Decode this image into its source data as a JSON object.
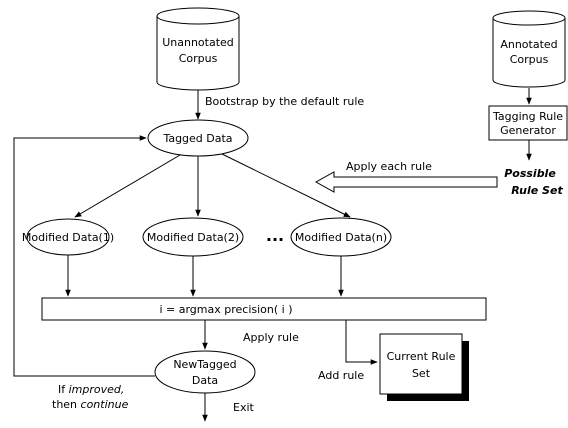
{
  "diagram": {
    "nodes": {
      "unannotated_corpus": [
        "Unannotated",
        "Corpus"
      ],
      "annotated_corpus": [
        "Annotated",
        "Corpus"
      ],
      "tagging_rule_generator": [
        "Tagging Rule",
        "Generator"
      ],
      "possible_rule_set": [
        "Possible",
        "Rule Set"
      ],
      "tagged_data": "Tagged Data",
      "modified_1": "Modified Data(1)",
      "modified_2": "Modified Data(2)",
      "ellipsis": "...",
      "modified_n": "Modified Data(n)",
      "argmax": "i = argmax precision( i )",
      "new_tagged_data": [
        "NewTagged",
        "Data"
      ],
      "current_rule_set": [
        "Current Rule",
        "Set"
      ]
    },
    "edge_labels": {
      "bootstrap": "Bootstrap by the default rule",
      "apply_each_rule": "Apply each rule",
      "apply_rule": "Apply rule",
      "add_rule": "Add rule",
      "exit": "Exit",
      "loop_if": "If",
      "loop_improved": "improved,",
      "loop_then": "then",
      "loop_continue": "continue"
    }
  }
}
